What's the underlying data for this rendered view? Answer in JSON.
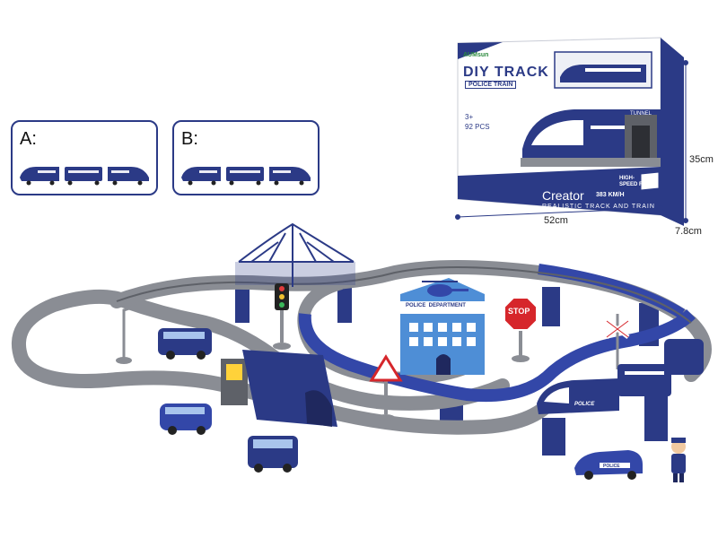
{
  "options": [
    {
      "label": "A:"
    },
    {
      "label": "B:"
    }
  ],
  "box": {
    "brand": "AUMsun",
    "title": "DIY TRACK",
    "subtitle": "POLICE TRAIN",
    "age": "3+",
    "pieces": "92 PCS",
    "series": "Creator",
    "speed": "383 KM/H",
    "tagline": "REALISTIC TRACK AND TRAIN",
    "tunnel_label": "TUNNEL",
    "train_label": "POLICE",
    "badge_line1": "HIGH-",
    "badge_line2": "SPEED RAIL"
  },
  "dimensions": {
    "width": "52cm",
    "height": "35cm",
    "depth": "7.8cm"
  },
  "set": {
    "station_sign": "POLICE  DEPARTMENT",
    "stop_sign": "STOP",
    "car_label": "POLICE",
    "train_label": "POLICE"
  },
  "colors": {
    "navy": "#2b3a86",
    "royal": "#3347a8",
    "track_gray": "#8a8d94",
    "track_dark": "#5e6168",
    "station_blue": "#4e8ed6",
    "stop_red": "#d6262b"
  }
}
